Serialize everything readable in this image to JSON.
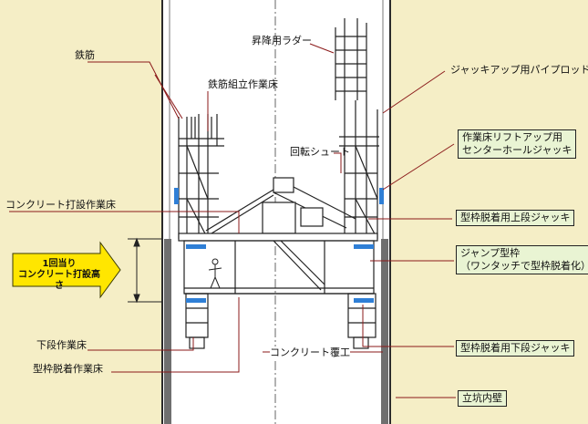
{
  "labels": {
    "rebar": "鉄筋",
    "rebar_platform": "鉄筋組立作業床",
    "lift_ladder": "昇降用ラダー",
    "jackup_rod": "ジャッキアップ用パイプロッド",
    "platform_lift_jack_1": "作業床リフトアップ用",
    "platform_lift_jack_2": "センターホールジャッキ",
    "rotating_chute": "回転シュート",
    "concrete_pour_platform": "コンクリート打設作業床",
    "upper_form_jack": "型枠脱着用上段ジャッキ",
    "jump_form_1": "ジャンプ型枠",
    "jump_form_2": "（ワンタッチで型枠脱着化）",
    "lift_height_1": "1回当り",
    "lift_height_2": "コンクリート打設高さ",
    "lower_platform": "下段作業床",
    "form_removal_platform": "型枠脱着作業床",
    "concrete_lining": "コンクリート覆工",
    "lower_form_jack": "型枠脱着用下段ジャッキ",
    "shaft_wall": "立坑内壁"
  },
  "colors": {
    "background": "#f5eec6",
    "shaft_interior": "#ffffff",
    "wall_line": "#2a2a2a",
    "concrete_lining": "#6f6f6f",
    "leader_red": "#8b1a1a",
    "jack_blue": "#2f7fd6",
    "arrow_yellow": "#ffe600",
    "label_box": "#e9f4d3"
  }
}
